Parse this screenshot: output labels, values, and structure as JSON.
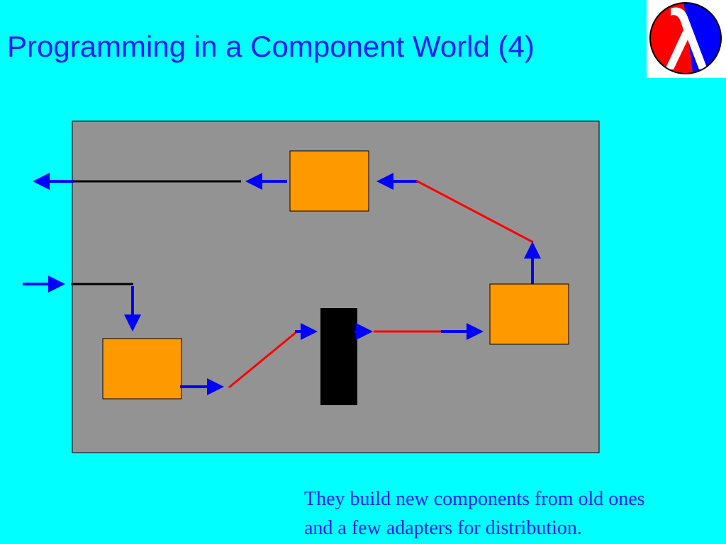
{
  "slide": {
    "title": "Programming in a Component World (4)"
  },
  "logo": {
    "icon": "lambda-logo-icon",
    "colors": {
      "left": "#ff0000",
      "right": "#0000ff",
      "symbol": "#ffffff"
    }
  },
  "diagram": {
    "colors": {
      "background": "#00ffff",
      "container": "#939393",
      "component": "#ff9900",
      "adapter": "#000000",
      "arrow": "#0000ff",
      "wire": "#ff0000",
      "external_wire": "#000000"
    },
    "components": 3,
    "adapters": 1
  },
  "caption": {
    "line1": "They build new components from old ones",
    "line2": "and a few adapters for distribution."
  }
}
